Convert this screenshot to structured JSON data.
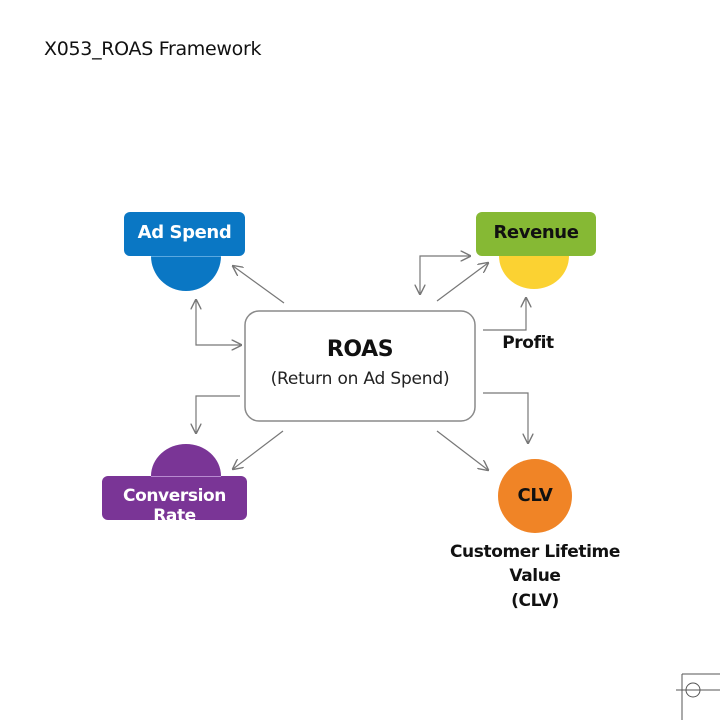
{
  "title": "X053_ROAS Framework",
  "colors": {
    "ad_spend": "#0a77c4",
    "revenue_box": "#86b934",
    "revenue_circle": "#fbd232",
    "conversion": "#7a3596",
    "clv": "#f08426",
    "connector": "#777777",
    "center_border": "#8a8a8a"
  },
  "center": {
    "title": "ROAS",
    "subtitle": "(Return on Ad Spend)"
  },
  "nodes": {
    "ad_spend": {
      "label": "Ad Spend"
    },
    "revenue": {
      "label": "Revenue"
    },
    "profit": {
      "label": "Profit"
    },
    "conversion_rate": {
      "label": "Conversion Rate"
    },
    "clv": {
      "label": "CLV",
      "caption_line1": "Customer Lifetime",
      "caption_line2": "Value",
      "caption_line3": "(CLV)"
    }
  }
}
